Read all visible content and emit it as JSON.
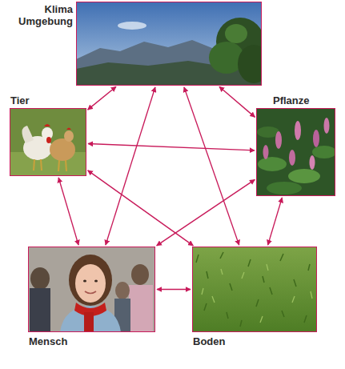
{
  "diagram": {
    "nodes": [
      {
        "text": [
          "Klima Umgebung"
        ]
      },
      {
        "text": [
          "Tier"
        ]
      },
      {
        "text": [
          "Pflanze"
        ]
      },
      {
        "text": [
          "Mensch"
        ]
      },
      {
        "text": [
          "Boden"
        ]
      }
    ],
    "edges": [
      {
        "from": 0,
        "to": 1,
        "arrow": "both"
      },
      {
        "from": 0,
        "to": 2,
        "arrow": "both"
      },
      {
        "from": 0,
        "to": 3,
        "arrow": "both"
      },
      {
        "from": 0,
        "to": 4,
        "arrow": "both"
      },
      {
        "from": 1,
        "to": 2,
        "arrow": "both"
      },
      {
        "from": 1,
        "to": 3,
        "arrow": "both"
      },
      {
        "from": 1,
        "to": 4,
        "arrow": "both"
      },
      {
        "from": 2,
        "to": 3,
        "arrow": "both"
      },
      {
        "from": 2,
        "to": 4,
        "arrow": "both"
      },
      {
        "from": 3,
        "to": 4,
        "arrow": "both"
      }
    ]
  }
}
